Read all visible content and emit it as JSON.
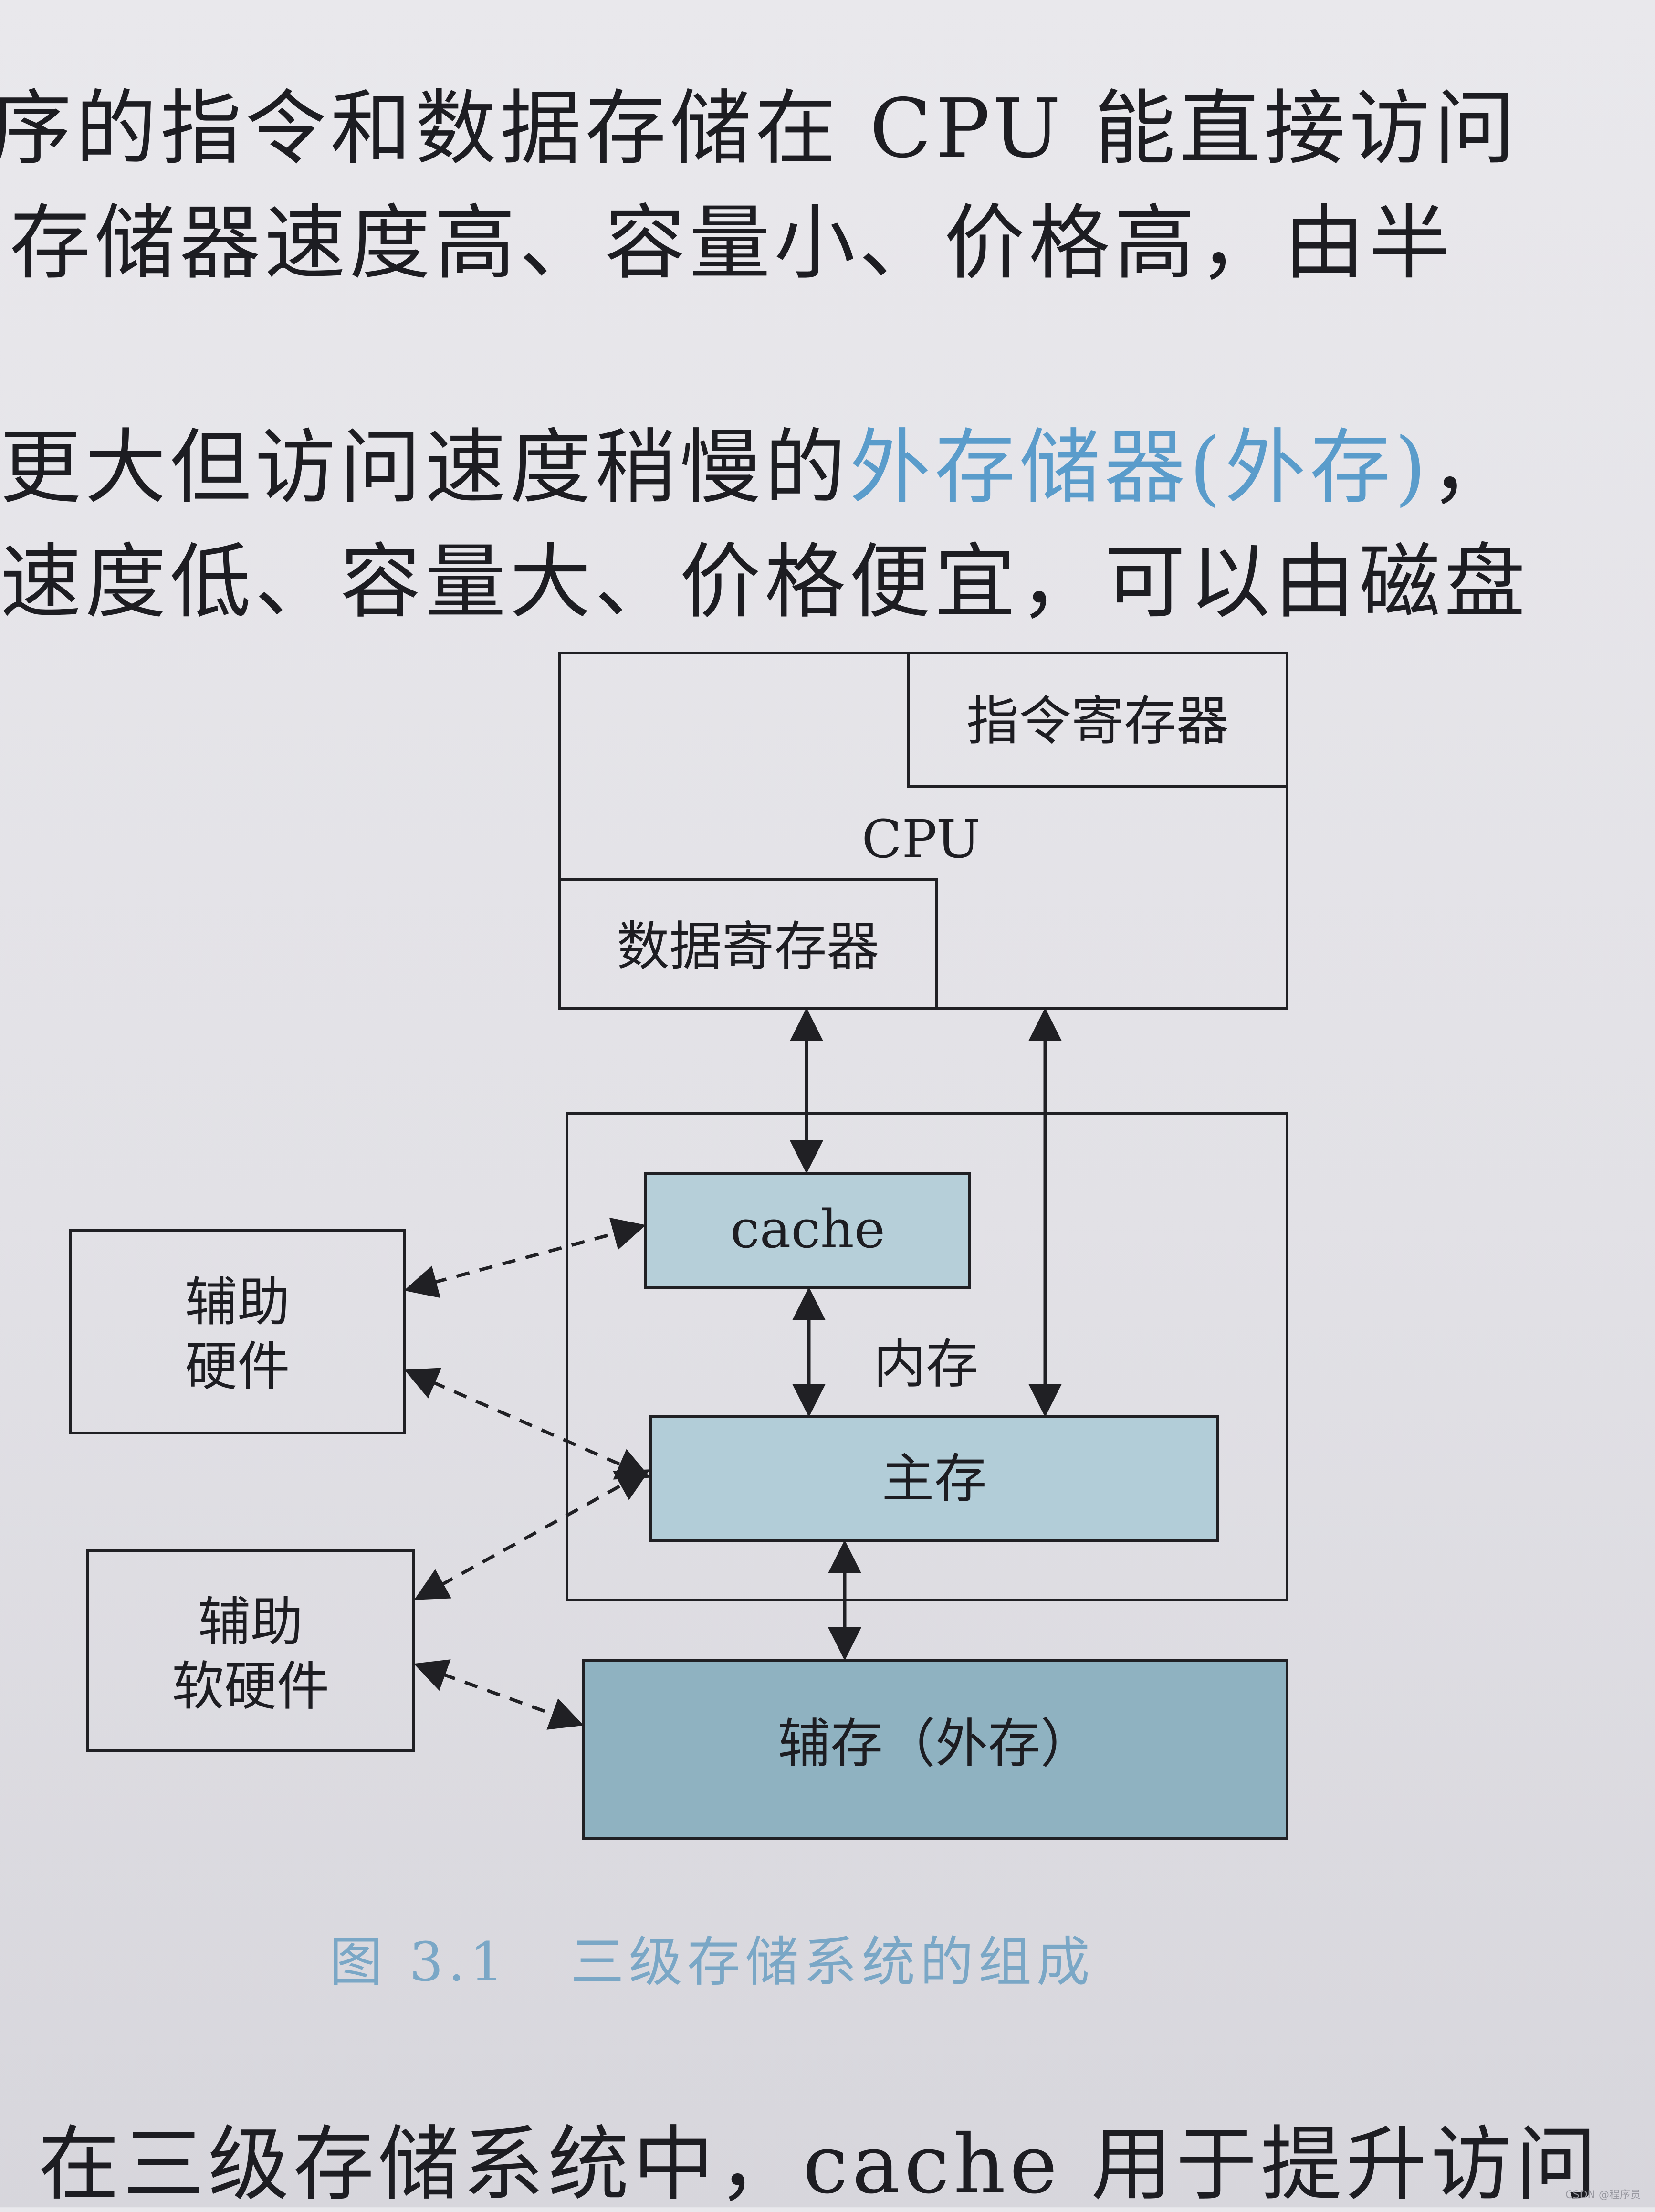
{
  "text_lines": {
    "line1": "序的指令和数据存储在 CPU 能直接访问",
    "line2": "存储器速度高、容量小、价格高，由半",
    "line3_before": "更大但访问速度稍慢的",
    "line3_link": "外存储器(外存)",
    "line3_after": "，",
    "line4": "速度低、容量大、价格便宜，可以由磁盘",
    "line5": "在三级存储系统中，cache 用于提升访问"
  },
  "diagram": {
    "cpu_label": "CPU",
    "instruction_register": "指令寄存器",
    "data_register": "数据寄存器",
    "cache": "cache",
    "memory_label": "内存",
    "main_memory": "主存",
    "secondary_storage": "辅存（外存）",
    "aux_hardware_line1": "辅助",
    "aux_hardware_line2": "硬件",
    "aux_software_line1": "辅助",
    "aux_software_line2": "软硬件"
  },
  "caption": {
    "figure_number": "图 3.1",
    "title": "三级存储系统的组成"
  },
  "watermark": "CSDN @程序员",
  "colors": {
    "text": "#1d1d22",
    "link_blue": "#5a9ccb",
    "caption_blue": "#7aa7c6",
    "cache_fill": "#b6cfd9",
    "main_memory_fill": "#b2cdd8",
    "secondary_fill": "#8fb2c1",
    "box_border": "#202024"
  }
}
